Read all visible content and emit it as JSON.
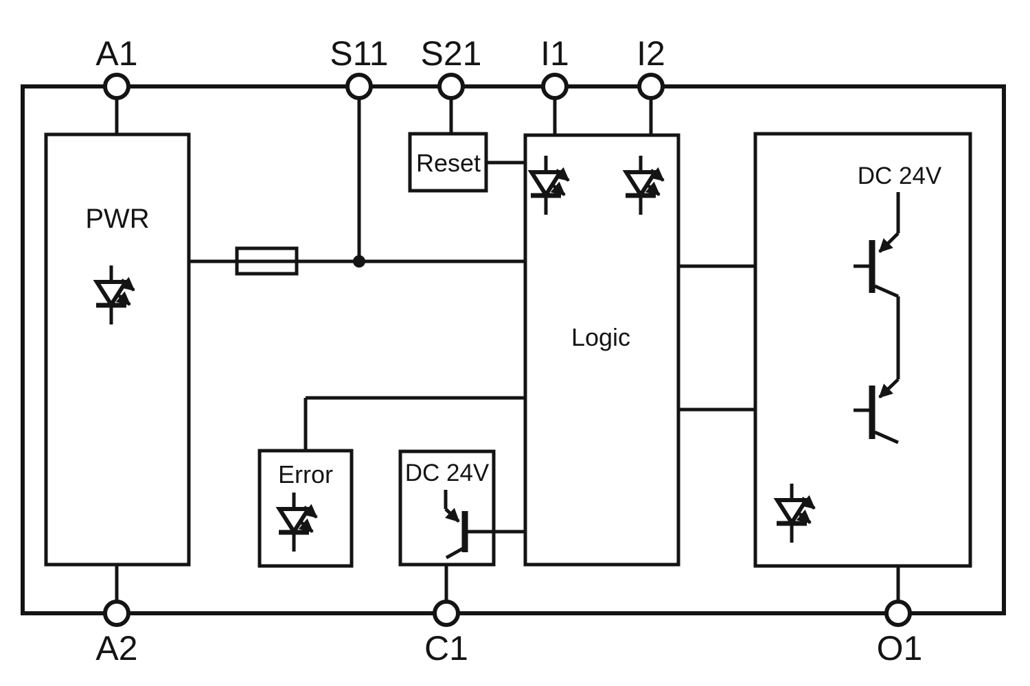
{
  "background": "#ffffff",
  "line_color": "#141414",
  "terminals": {
    "top": [
      {
        "label": "A1"
      },
      {
        "label": "S11"
      },
      {
        "label": "S21"
      },
      {
        "label": "I1"
      },
      {
        "label": "I2"
      }
    ],
    "bottom": [
      {
        "label": "A2"
      },
      {
        "label": "C1"
      },
      {
        "label": "O1"
      }
    ]
  },
  "blocks": {
    "pwr": {
      "label": "PWR",
      "icon": "led-icon"
    },
    "reset": {
      "label": "Reset"
    },
    "logic": {
      "label": "Logic",
      "icons": [
        "led-icon",
        "led-icon"
      ]
    },
    "error": {
      "label": "Error",
      "icon": "led-icon"
    },
    "clamp": {
      "label": "DC 24V",
      "icon": "pnp-transistor-icon"
    },
    "output": {
      "label": "DC 24V",
      "icons": [
        "pnp-transistor-icon",
        "pnp-transistor-icon",
        "led-icon"
      ]
    }
  },
  "symbols": {
    "fuse": "fuse-icon",
    "junction": "junction-dot"
  }
}
